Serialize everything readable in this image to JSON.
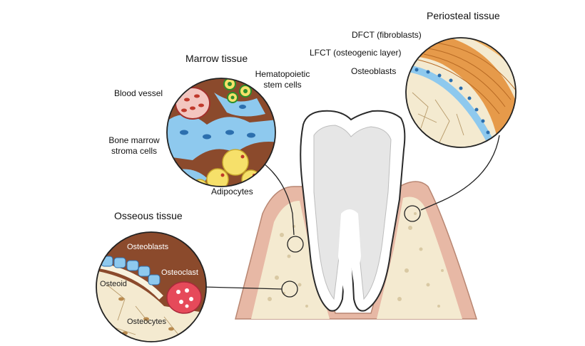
{
  "marrow": {
    "title": "Marrow tissue",
    "blood_vessel": "Blood vessel",
    "hsc_line1": "Hematopoietic",
    "hsc_line2": "stem cells",
    "stroma_line1": "Bone marrow",
    "stroma_line2": "stroma cells",
    "adipocytes": "Adipocytes"
  },
  "periosteal": {
    "title": "Periosteal tissue",
    "dfct": "DFCT (fibroblasts)",
    "lfct": "LFCT (osteogenic layer)",
    "osteoblasts": "Osteoblasts"
  },
  "osseous": {
    "title": "Osseous tissue",
    "osteoblasts": "Osteoblasts",
    "osteoclast": "Osteoclast",
    "osteoid": "Osteoid",
    "osteocytes": "Osteocytes"
  },
  "colors": {
    "bone_brown": "#8b4a2c",
    "marrow_blue": "#8ec9ee",
    "adipocyte_yellow": "#f6e06a",
    "periosteum_orange": "#e69a4a",
    "gum_pink": "#e7b8a5",
    "bone_cream": "#f4ead0",
    "osteoclast_red": "#e64a5a",
    "enamel_white": "#ffffff"
  }
}
